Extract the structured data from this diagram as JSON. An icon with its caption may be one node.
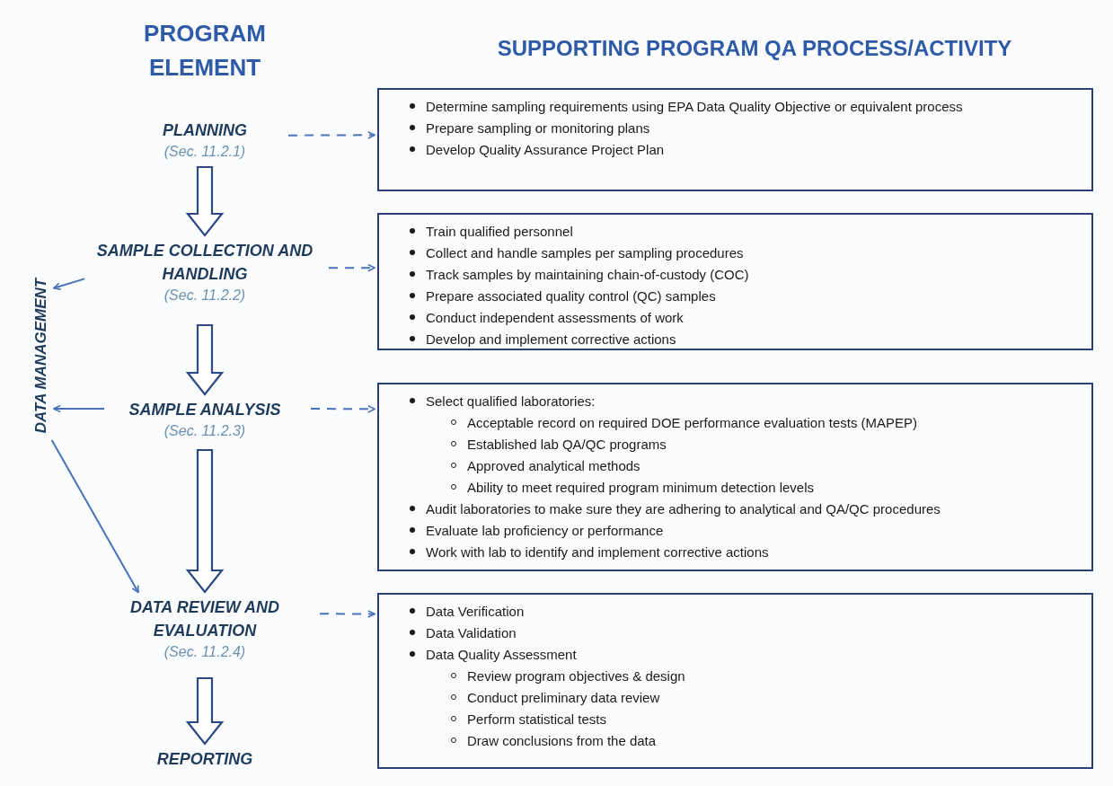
{
  "diagram": {
    "nodes": [
      {
        "text": [
          "PLANNING",
          "(Sec. 11.2.1)"
        ]
      },
      {
        "text": [
          "SAMPLE COLLECTION AND HANDLING",
          "(Sec. 11.2.2)"
        ]
      },
      {
        "text": [
          "SAMPLE ANALYSIS",
          "(Sec. 11.2.3)"
        ]
      },
      {
        "text": [
          "DATA REVIEW AND EVALUATION",
          "(Sec. 11.2.4)"
        ]
      },
      {
        "text": [
          "REPORTING"
        ]
      },
      {
        "text": [
          "DATA MANAGEMENT"
        ]
      },
      {
        "text": [
          "Determine sampling requirements using EPA Data Quality Objective or equivalent process",
          "Prepare sampling or monitoring plans",
          "Develop Quality Assurance Project Plan"
        ]
      },
      {
        "text": [
          "Train qualified personnel",
          "Collect and handle samples per sampling procedures",
          "Track samples by maintaining chain-of-custody (COC)",
          "Prepare associated quality control (QC) samples",
          "Conduct independent assessments of work",
          "Develop and implement corrective actions"
        ]
      },
      {
        "text": [
          "Select qualified laboratories:",
          "Acceptable record on required DOE performance evaluation tests (MAPEP)",
          "Established lab QA/QC programs",
          "Approved analytical methods",
          "Ability to meet required program minimum detection levels",
          "Audit laboratories to make sure they are adhering to analytical and QA/QC procedures",
          "Evaluate lab proficiency or performance",
          "Work with lab to identify and implement corrective actions"
        ]
      },
      {
        "text": [
          "Data Verification",
          "Data Validation",
          "Data Quality Assessment",
          "Review program objectives & design",
          "Conduct preliminary data review",
          "Perform statistical tests",
          "Draw conclusions from the data"
        ]
      }
    ],
    "edges": [
      {
        "from": 0,
        "to": 1,
        "arrow": "to",
        "style": "thick"
      },
      {
        "from": 1,
        "to": 2,
        "arrow": "to",
        "style": "thick"
      },
      {
        "from": 2,
        "to": 3,
        "arrow": "to",
        "style": "thick"
      },
      {
        "from": 3,
        "to": 4,
        "arrow": "to",
        "style": "thick"
      },
      {
        "from": 0,
        "to": 6,
        "arrow": "to",
        "style": "dashed"
      },
      {
        "from": 1,
        "to": 7,
        "arrow": "to",
        "style": "dashed"
      },
      {
        "from": 2,
        "to": 8,
        "arrow": "to",
        "style": "dashed"
      },
      {
        "from": 3,
        "to": 9,
        "arrow": "to",
        "style": "dashed"
      },
      {
        "from": 1,
        "to": 5,
        "arrow": "to"
      },
      {
        "from": 2,
        "to": 5,
        "arrow": "to"
      },
      {
        "from": 5,
        "to": 3,
        "arrow": "to"
      }
    ],
    "labels": [
      "PROGRAM ELEMENT",
      "SUPPORTING PROGRAM QA PROCESS/ACTIVITY"
    ]
  }
}
